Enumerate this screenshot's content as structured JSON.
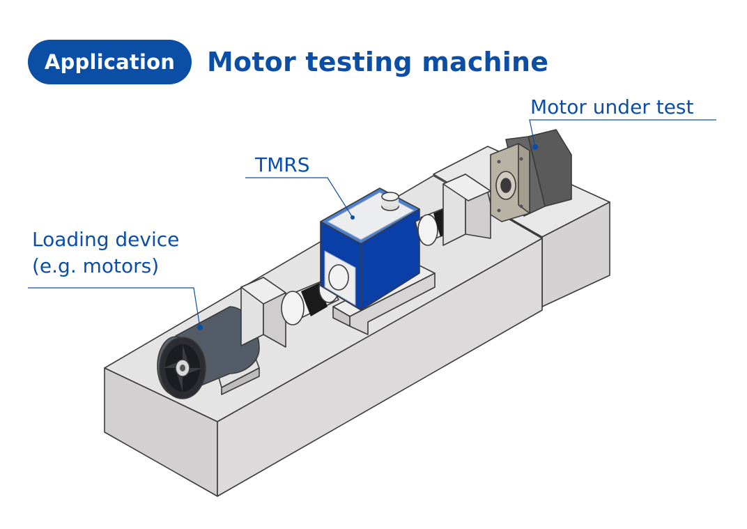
{
  "header": {
    "badge_label": "Application",
    "title": "Motor testing machine"
  },
  "labels": {
    "motor_under_test": "Motor under test",
    "tmrs": "TMRS",
    "loading_device_line1": "Loading device",
    "loading_device_line2": "(e.g. motors)"
  },
  "colors": {
    "brand_blue": "#0a4ea6",
    "tmrs_blue": "#0a3fa8",
    "base_gray": "#d8d6d6",
    "outline": "#3a3a3a",
    "loading_motor": "#545c68",
    "test_motor_body": "#5a5a5a",
    "test_motor_flange": "#b9b3a6"
  }
}
